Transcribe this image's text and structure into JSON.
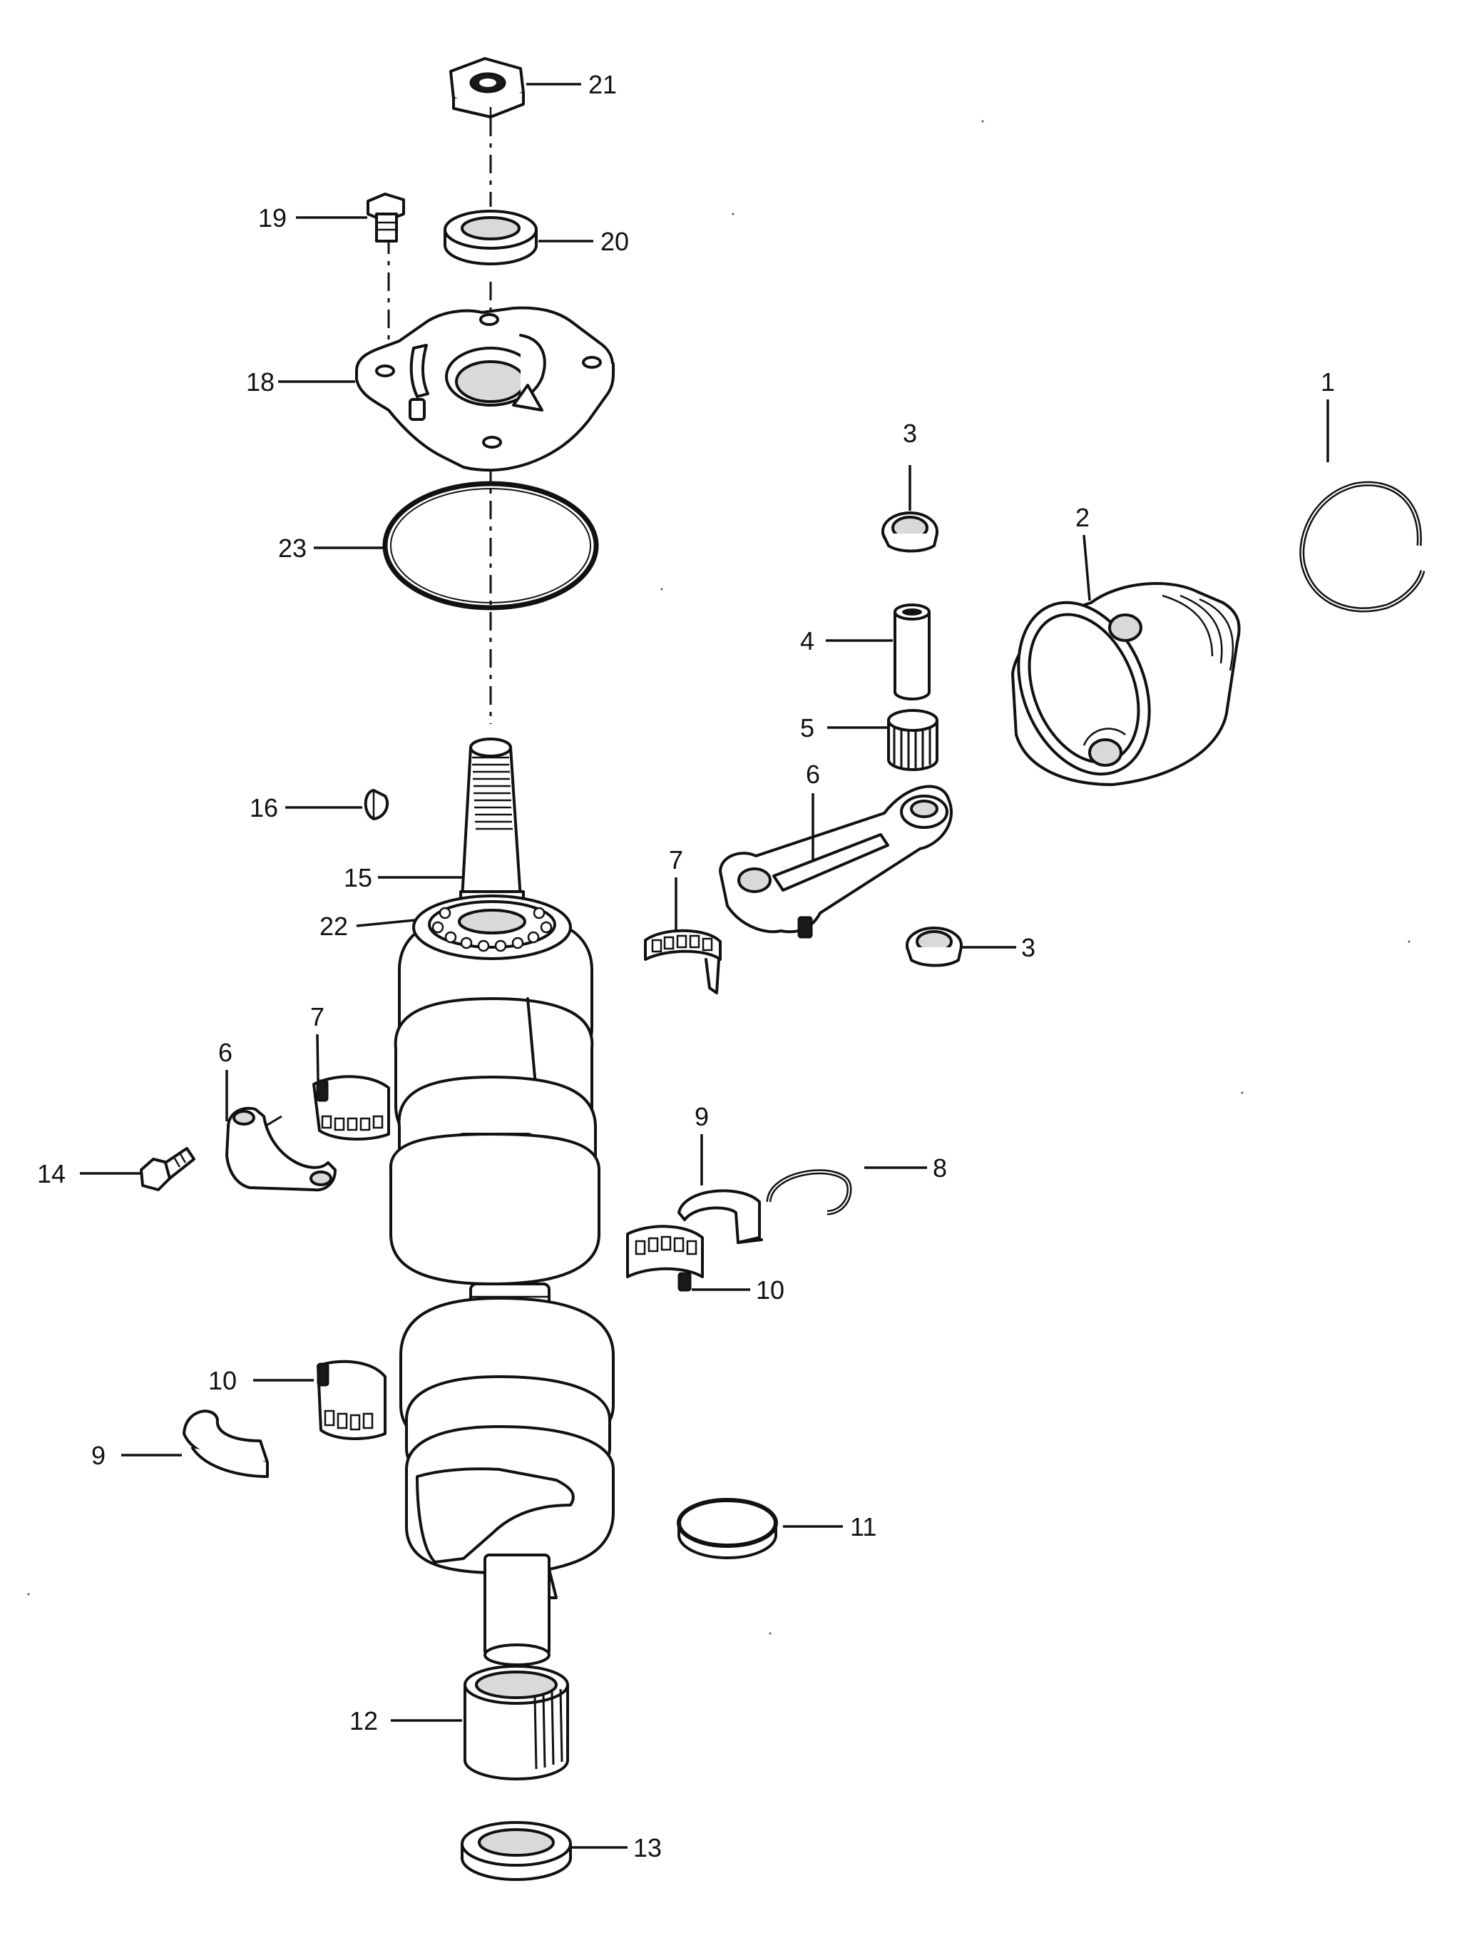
{
  "callouts": [
    {
      "id": "c1",
      "text": "1"
    },
    {
      "id": "c2",
      "text": "2"
    },
    {
      "id": "c3a",
      "text": "3"
    },
    {
      "id": "c3b",
      "text": "3"
    },
    {
      "id": "c4",
      "text": "4"
    },
    {
      "id": "c5",
      "text": "5"
    },
    {
      "id": "c6a",
      "text": "6"
    },
    {
      "id": "c6b",
      "text": "6"
    },
    {
      "id": "c7a",
      "text": "7"
    },
    {
      "id": "c7b",
      "text": "7"
    },
    {
      "id": "c8",
      "text": "8"
    },
    {
      "id": "c9a",
      "text": "9"
    },
    {
      "id": "c9b",
      "text": "9"
    },
    {
      "id": "c10a",
      "text": "10"
    },
    {
      "id": "c10b",
      "text": "10"
    },
    {
      "id": "c11",
      "text": "11"
    },
    {
      "id": "c12",
      "text": "12"
    },
    {
      "id": "c13",
      "text": "13"
    },
    {
      "id": "c14",
      "text": "14"
    },
    {
      "id": "c15",
      "text": "15"
    },
    {
      "id": "c16",
      "text": "16"
    },
    {
      "id": "c18",
      "text": "18"
    },
    {
      "id": "c19",
      "text": "19"
    },
    {
      "id": "c20",
      "text": "20"
    },
    {
      "id": "c21",
      "text": "21"
    },
    {
      "id": "c22",
      "text": "22"
    },
    {
      "id": "c23",
      "text": "23"
    }
  ]
}
